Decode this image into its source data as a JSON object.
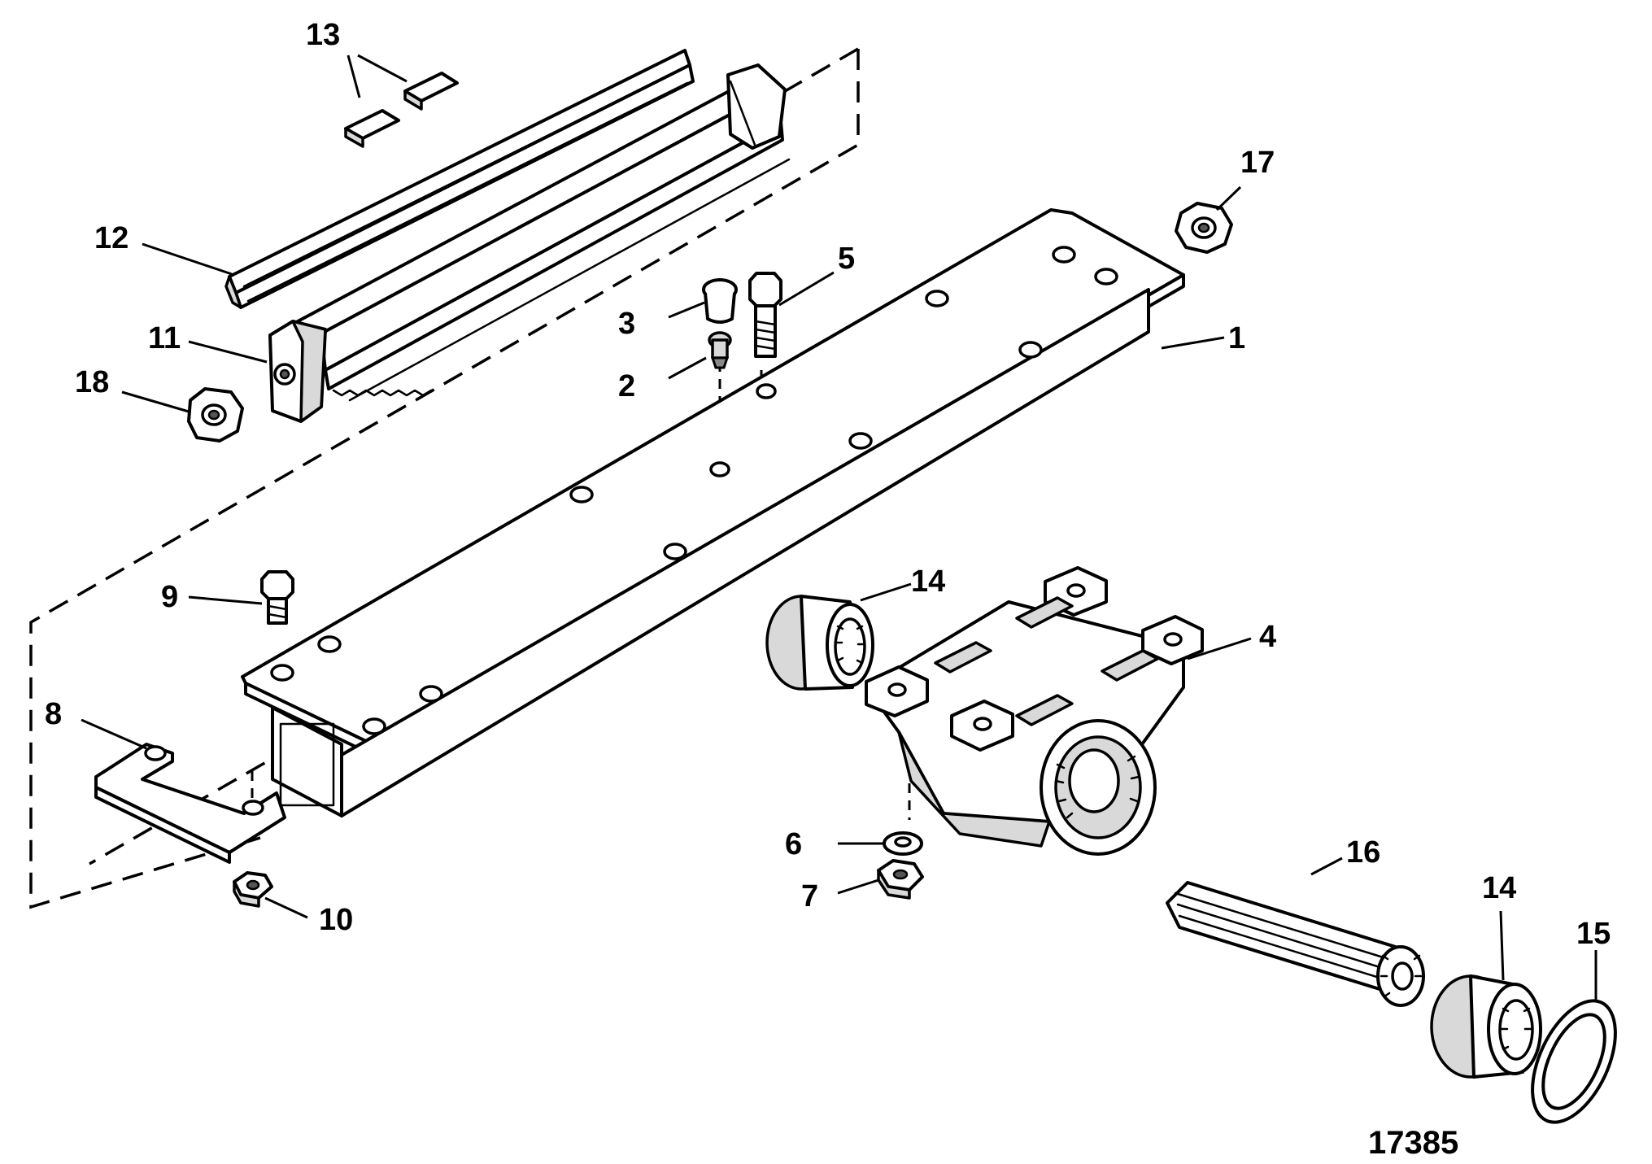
{
  "figure_number": "17385",
  "callouts": {
    "c1": "1",
    "c2": "2",
    "c3": "3",
    "c4": "4",
    "c5": "5",
    "c6": "6",
    "c7": "7",
    "c8": "8",
    "c9": "9",
    "c10": "10",
    "c11": "11",
    "c12": "12",
    "c13": "13",
    "c14a": "14",
    "c14b": "14",
    "c15": "15",
    "c16": "16",
    "c17": "17",
    "c18": "18"
  }
}
